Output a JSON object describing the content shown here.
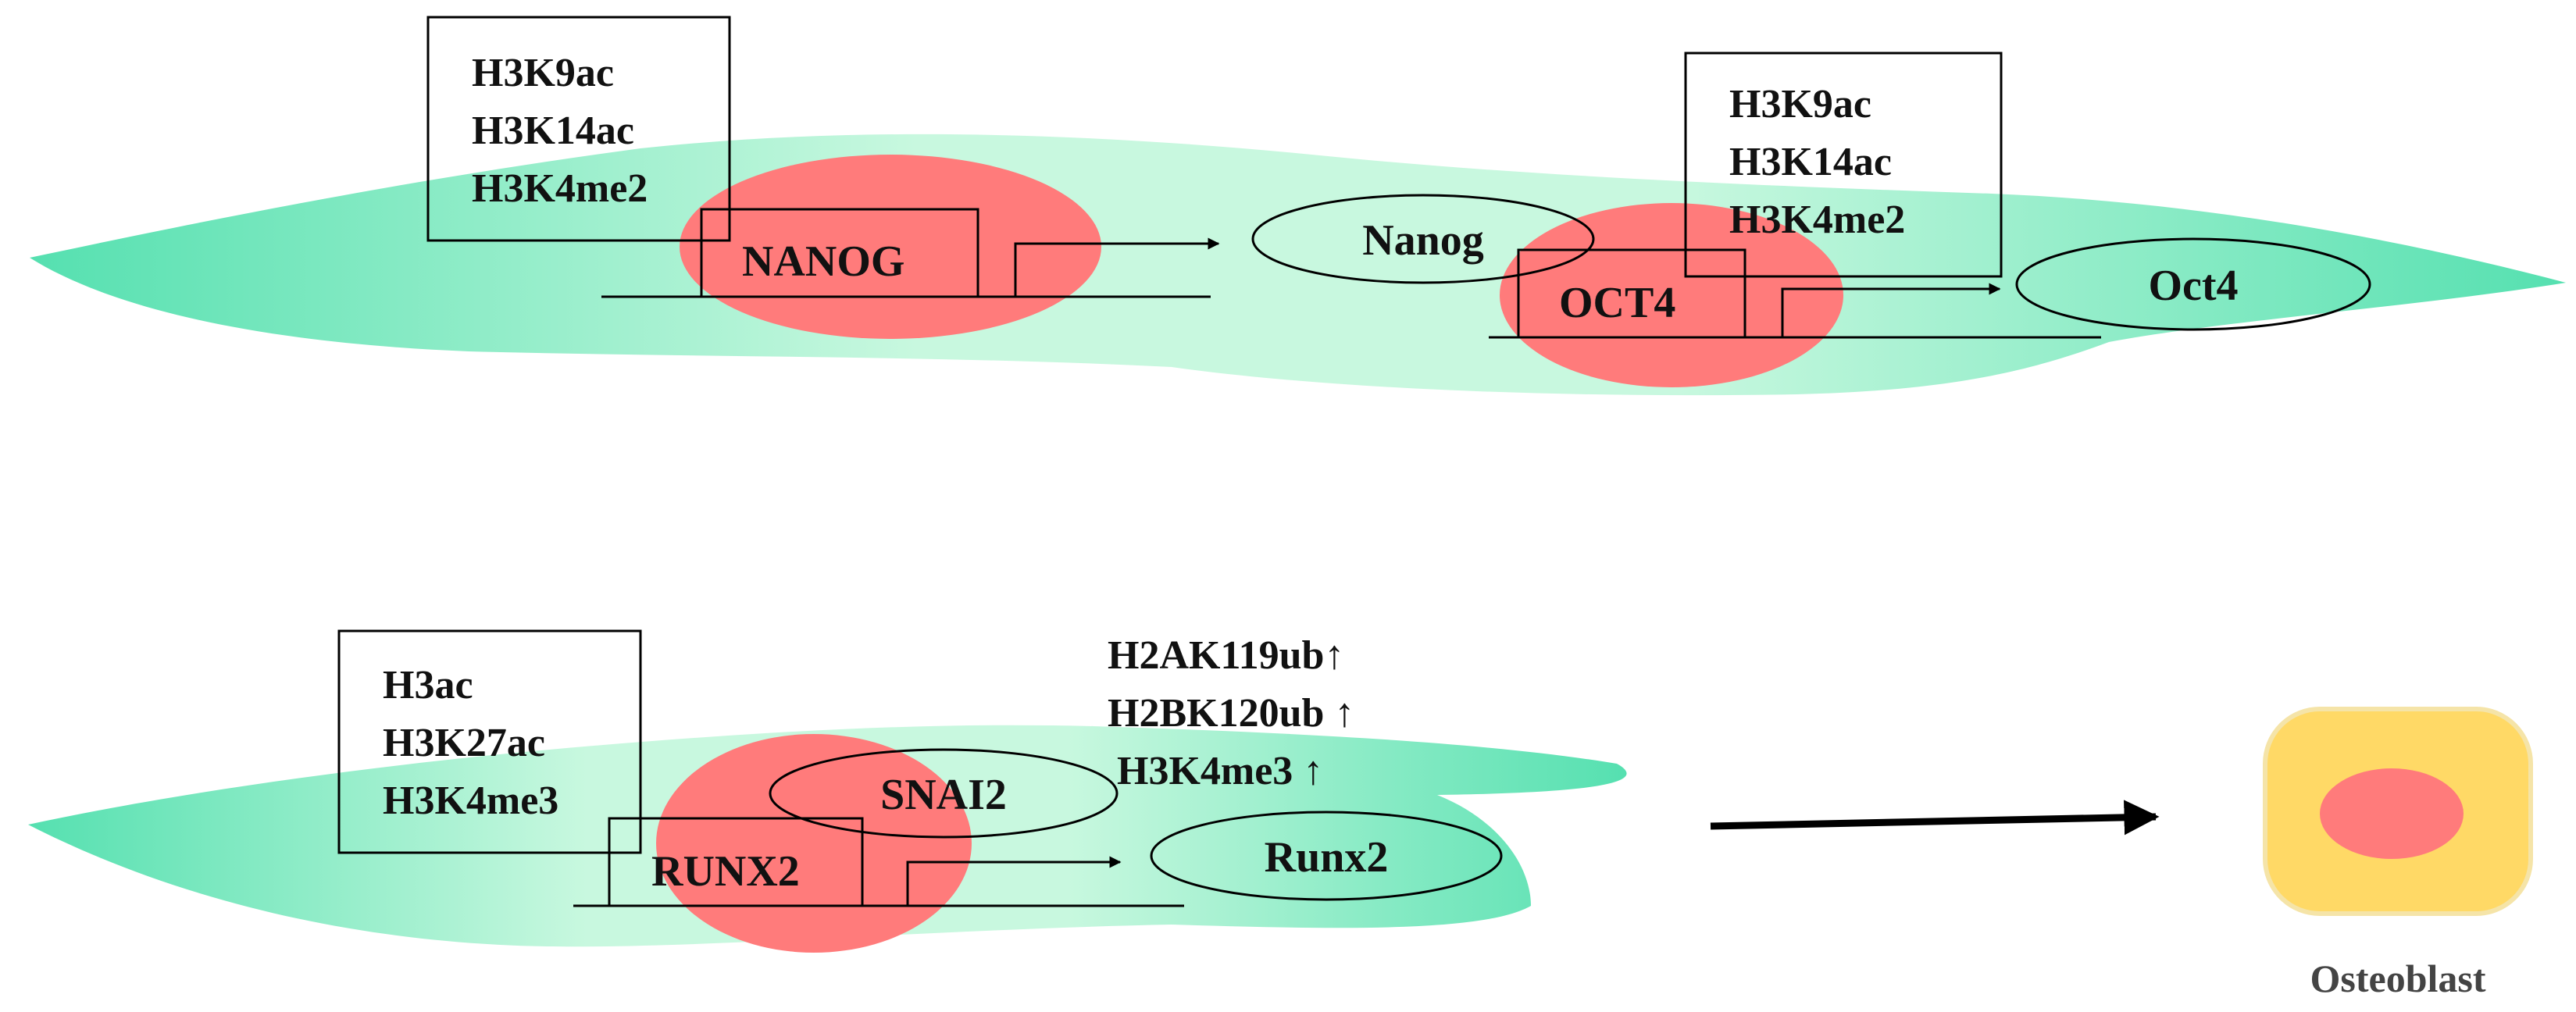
{
  "colors": {
    "cell_edge": "#55e0b0",
    "cell_mid": "#b8f5d8",
    "cell_light": "#e6fff0",
    "nucleus": "#ff7b7b",
    "osteoblast_fill": "#ffd966",
    "osteoblast_border": "#f5e4a8",
    "line": "#000000"
  },
  "top_cell": {
    "nanog_marks": [
      "H3K9ac",
      "H3K14ac",
      "H3K4me2"
    ],
    "nanog_gene": "NANOG",
    "nanog_protein": "Nanog",
    "oct4_marks": [
      "H3K9ac",
      "H3K14ac",
      "H3K4me2"
    ],
    "oct4_gene": "OCT4",
    "oct4_protein": "Oct4"
  },
  "bottom_cell": {
    "runx2_marks": [
      "H3ac",
      "H3K27ac",
      "H3K4me3"
    ],
    "snai2_protein": "SNAI2",
    "runx2_gene": "RUNX2",
    "runx2_protein": "Runx2",
    "snai2_marks": [
      "H2AK119ub↑",
      "H2BK120ub ↑",
      "H3K4me3 ↑"
    ]
  },
  "osteoblast": {
    "label": "Osteoblast"
  }
}
